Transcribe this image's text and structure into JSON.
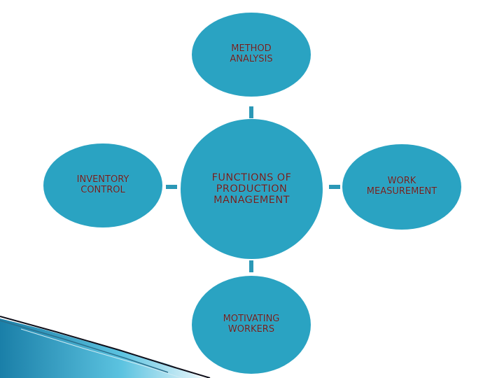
{
  "diagram": {
    "center": {
      "label": "FUNCTIONS OF\nPRODUCTION\nMANAGEMENT"
    },
    "top": {
      "label": "METHOD\nANALYSIS"
    },
    "left": {
      "label": "INVENTORY\nCONTROL"
    },
    "right": {
      "label": "WORK\nMEASUREMENT"
    },
    "bottom": {
      "label": "MOTIVATING\nWORKERS"
    }
  },
  "colors": {
    "node_fill": "#2aa3c2",
    "label_text": "#6b1d1d",
    "connector": "#2b98b6",
    "corner_decoration": "#1f8fb3"
  }
}
